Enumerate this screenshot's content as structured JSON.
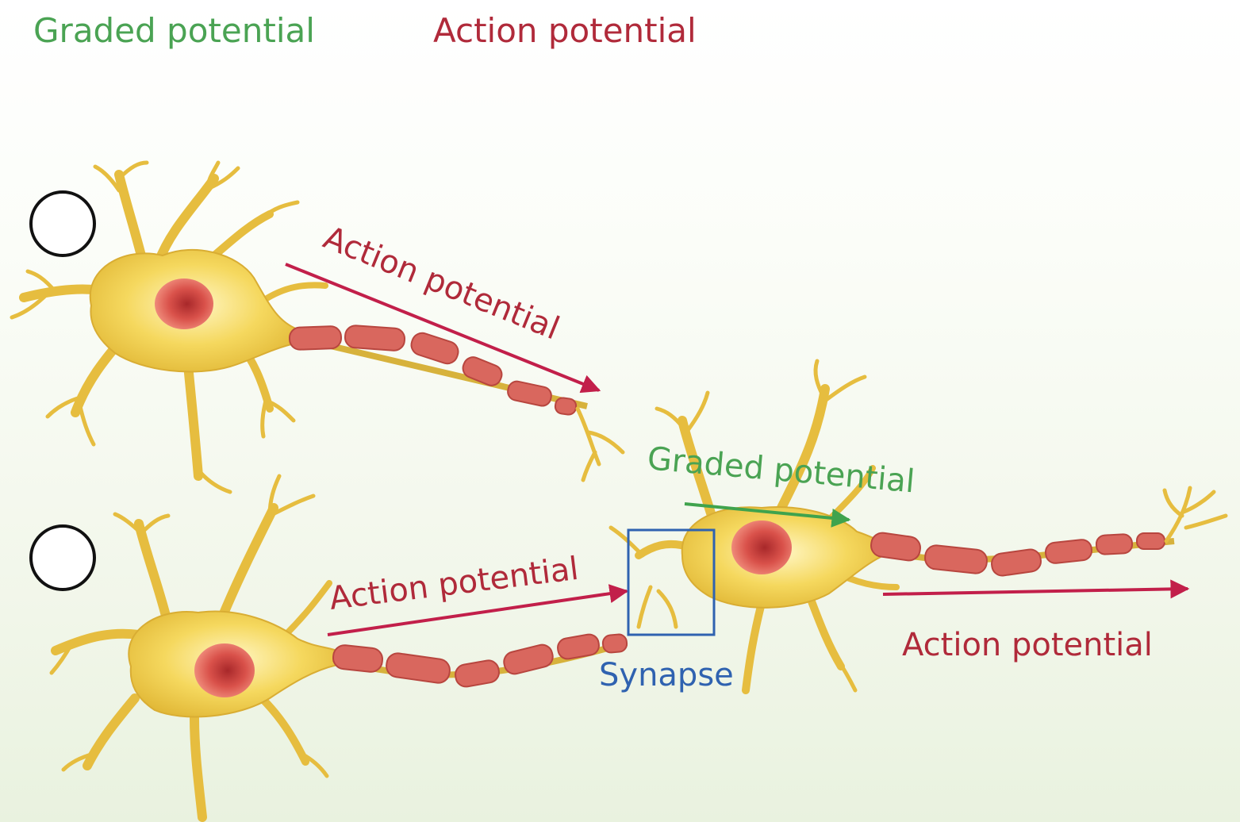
{
  "legend": {
    "graded": "Graded potential",
    "action": "Action potential"
  },
  "labels": {
    "top_axon_action": "Action potential",
    "bottom_axon_action": "Action potential",
    "dendrite_graded": "Graded potential",
    "output_action": "Action potential",
    "synapse": "Synapse"
  },
  "colors": {
    "graded": "#4aa353",
    "action": "#b02a3a",
    "arrow_action": "#c21f4a",
    "synapse": "#2f62b0",
    "neuron_body": "#f2d25a",
    "nucleus": "#d8453c",
    "myelin": "#d9675e"
  }
}
